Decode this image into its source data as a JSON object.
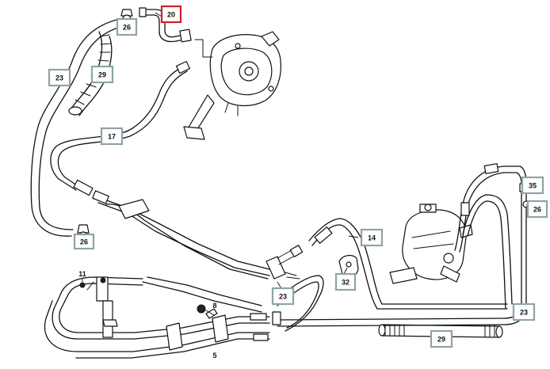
{
  "colors": {
    "callout_border": "#8fa3a8",
    "highlight_border": "#d0202a",
    "line": "#111111",
    "background": "#ffffff"
  },
  "callouts": [
    {
      "id": "c20",
      "label": "20",
      "highlighted": true
    },
    {
      "id": "c26a",
      "label": "26",
      "highlighted": false
    },
    {
      "id": "c23a",
      "label": "23",
      "highlighted": false
    },
    {
      "id": "c29a",
      "label": "29",
      "highlighted": false
    },
    {
      "id": "c17",
      "label": "17",
      "highlighted": false
    },
    {
      "id": "c26b",
      "label": "26",
      "highlighted": false
    },
    {
      "id": "c35",
      "label": "35",
      "highlighted": false
    },
    {
      "id": "c26c",
      "label": "26",
      "highlighted": false
    },
    {
      "id": "c14",
      "label": "14",
      "highlighted": false
    },
    {
      "id": "c32",
      "label": "32",
      "highlighted": false
    },
    {
      "id": "c23b",
      "label": "23",
      "highlighted": false
    },
    {
      "id": "c23c",
      "label": "23",
      "highlighted": false
    },
    {
      "id": "c29b",
      "label": "29",
      "highlighted": false
    }
  ],
  "plain_labels": [
    {
      "id": "p11",
      "label": "11"
    },
    {
      "id": "p8",
      "label": "8"
    },
    {
      "id": "p5",
      "label": "5"
    }
  ]
}
